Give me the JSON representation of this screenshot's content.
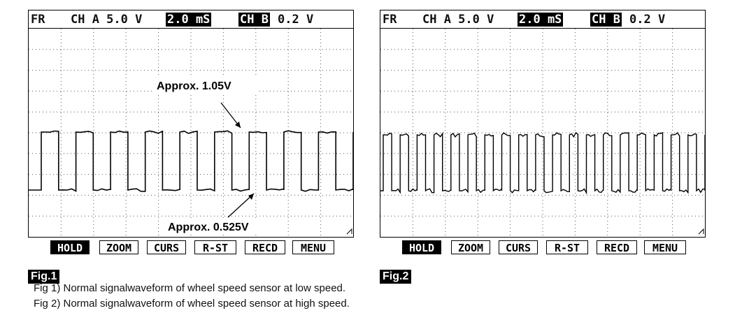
{
  "figures": [
    {
      "header": {
        "fr": "FR",
        "ch_a": "CH A 5.0 V",
        "timebase": "2.0 mS",
        "ch_b": "CH B",
        "ch_b_value": "0.2 V"
      },
      "annotations": {
        "high": "Approx. 1.05V",
        "low": "Approx. 0.525V"
      },
      "menu": [
        "HOLD",
        "ZOOM",
        "CURS",
        "R-ST",
        "RECD",
        "MENU"
      ],
      "active_menu": "HOLD",
      "label": "Fig.1",
      "waveform": {
        "type": "square",
        "high_v": 1.05,
        "low_v": 0.525,
        "cycles_shown": 9
      }
    },
    {
      "header": {
        "fr": "FR",
        "ch_a": "CH A 5.0 V",
        "timebase": "2.0 mS",
        "ch_b": "CH B",
        "ch_b_value": "0.2 V"
      },
      "menu": [
        "HOLD",
        "ZOOM",
        "CURS",
        "R-ST",
        "RECD",
        "MENU"
      ],
      "active_menu": "HOLD",
      "label": "Fig.2",
      "waveform": {
        "type": "square",
        "cycles_shown": 19
      }
    }
  ],
  "captions": [
    "Fig 1) Normal signalwaveform of wheel speed sensor at low speed.",
    "Fig 2) Normal signalwaveform of wheel speed sensor at high speed."
  ]
}
